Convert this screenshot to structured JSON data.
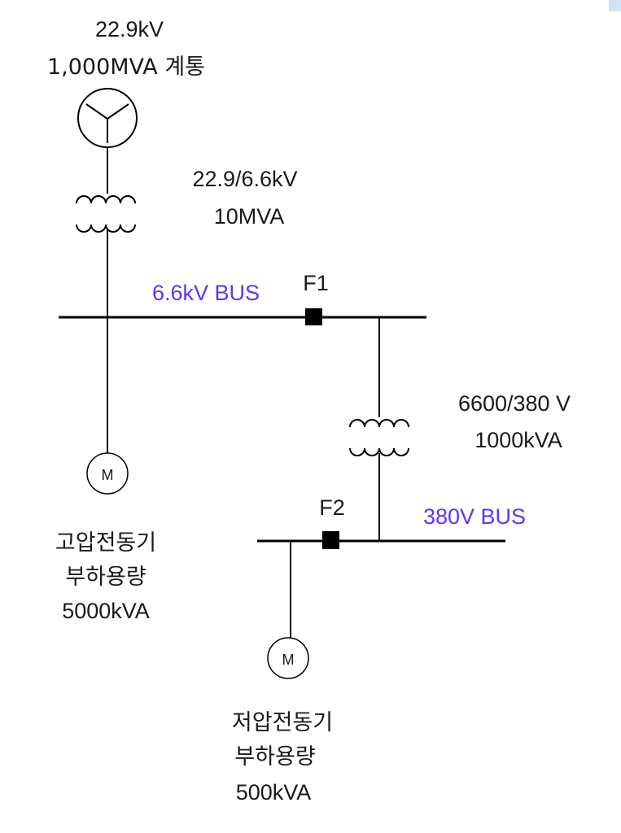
{
  "source": {
    "voltage": "22.9kV",
    "capacity": "1,000MVA 계통"
  },
  "main_transformer": {
    "ratio": "22.9/6.6kV",
    "rating": "10MVA"
  },
  "hv_bus": {
    "label": "6.6kV BUS"
  },
  "fault_points": {
    "f1": "F1",
    "f2": "F2"
  },
  "lv_transformer": {
    "ratio": "6600/380 V",
    "rating": "1000kVA"
  },
  "lv_bus": {
    "label": "380V BUS"
  },
  "hv_motor": {
    "symbol": "M",
    "line1": "고압전동기",
    "line2": "부하용량",
    "capacity": "5000kVA"
  },
  "lv_motor": {
    "symbol": "M",
    "line1": "저압전동기",
    "line2": "부하용량",
    "capacity": "500kVA"
  },
  "colors": {
    "line": "#000000",
    "bus_label": "#6633ee",
    "text": "#1a1a1a",
    "corner_tab": "#cfe3f7"
  }
}
